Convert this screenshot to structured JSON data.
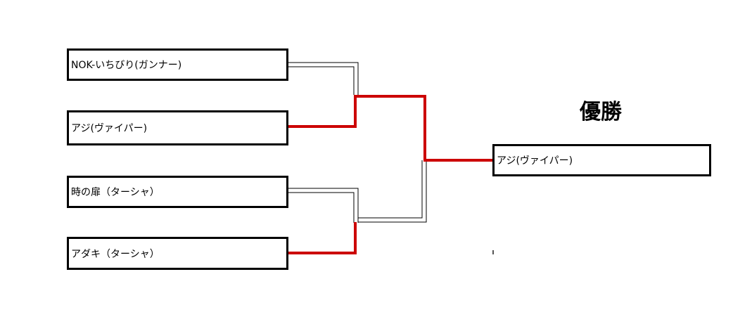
{
  "bracket": {
    "semifinal1": {
      "team_a": "NOK-いちびり(ガンナー)",
      "team_b": "アジ(ヴァイパー)",
      "winner": "team_b"
    },
    "semifinal2": {
      "team_a": "時の扉（ターシャ）",
      "team_b": "アダキ（ターシャ）",
      "winner": "team_b"
    },
    "final": {
      "winner_from": "semifinal1"
    },
    "champion_title": "優勝",
    "champion": "アジ(ヴァイパー)"
  },
  "colors": {
    "win_line": "#cc0000",
    "loss_line": "#000000",
    "box_border": "#000000"
  }
}
